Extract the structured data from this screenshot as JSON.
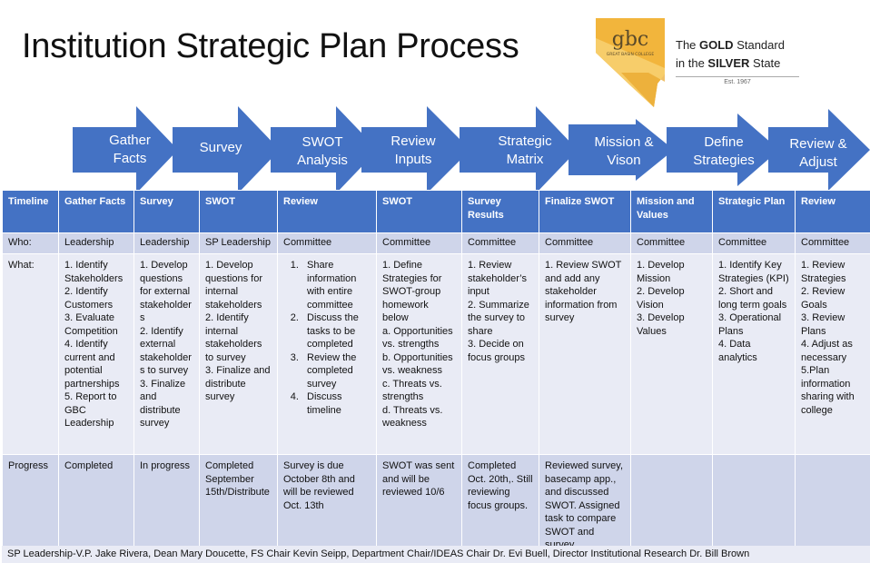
{
  "title": "Institution Strategic Plan Process",
  "logo": {
    "badge_text": "gbc",
    "college": "GREAT BASIN COLLEGE",
    "line1_pre": "The ",
    "line1_bold": "GOLD",
    "line1_post": " Standard",
    "line2_pre": "in the ",
    "line2_bold": "SILVER",
    "line2_post": " State",
    "est": "Est. 1967"
  },
  "arrows": [
    {
      "line1": "Gather",
      "line2": "Facts"
    },
    {
      "line1": "Survey",
      "line2": ""
    },
    {
      "line1": "SWOT",
      "line2": "Analysis"
    },
    {
      "line1": "Review",
      "line2": "Inputs"
    },
    {
      "line1": "Strategic",
      "line2": "Matrix"
    },
    {
      "line1": "Mission &",
      "line2": "Vison"
    },
    {
      "line1": "Define",
      "line2": "Strategies"
    },
    {
      "line1": "Review &",
      "line2": "Adjust"
    }
  ],
  "table": {
    "headers": [
      "Timeline",
      "Gather Facts",
      "Survey",
      "SWOT",
      "Review",
      "SWOT",
      "Survey Results",
      "Finalize SWOT",
      "Mission and Values",
      "Strategic Plan",
      "Review"
    ],
    "who_label": "Who:",
    "who": [
      "Leadership",
      "Leadership",
      "SP Leadership",
      "Committee",
      "Committee",
      "Committee",
      "Committee",
      "Committee",
      "Committee",
      "Committee"
    ],
    "what_label": "What:",
    "what": [
      [
        "1. Identify Stakeholders",
        "2. Identify Customers",
        "3. Evaluate Competition",
        "4. Identify current and potential partnerships",
        "5. Report to GBC Leadership"
      ],
      [
        "1. Develop questions for external stakeholders",
        "2. Identify external stakeholders to survey",
        "3. Finalize and distribute survey"
      ],
      [
        "1. Develop questions for internal stakeholders",
        "2. Identify internal stakeholders to survey",
        "3. Finalize and distribute survey"
      ],
      [
        "Share information with entire committee",
        "Discuss the tasks to be completed",
        "Review the completed survey",
        "Discuss timeline"
      ],
      [
        "1. Define Strategies for SWOT-group homework below",
        "a. Opportunities vs. strengths",
        "b. Opportunities vs. weakness",
        "c. Threats vs. strengths",
        "d. Threats vs. weakness"
      ],
      [
        "1. Review stakeholder’s input",
        "2. Summarize the survey to share",
        "3. Decide on focus groups"
      ],
      [
        "1. Review SWOT and add any stakeholder information from survey"
      ],
      [
        "1. Develop Mission",
        "2. Develop Vision",
        "3. Develop Values"
      ],
      [
        "1. Identify Key Strategies (KPI)",
        "2. Short and long term goals",
        "3. Operational Plans",
        " 4. Data analytics"
      ],
      [
        "1. Review Strategies",
        "2. Review Goals",
        "3. Review Plans",
        "4. Adjust as necessary",
        "5.Plan information sharing with college"
      ]
    ],
    "progress_label": "Progress",
    "progress": [
      "Completed",
      "In progress",
      "Completed September 15th/Distribute",
      "Survey is due October 8th and will be reviewed Oct. 13th",
      "SWOT was sent and will be reviewed 10/6",
      "Completed Oct. 20th,. Still reviewing focus groups.",
      " Reviewed survey, basecamp app., and discussed SWOT. Assigned task to compare SWOT and survey.",
      "",
      "",
      ""
    ]
  },
  "footer": "SP Leadership-V.P. Jake Rivera, Dean Mary Doucette, FS Chair Kevin Seipp, Department Chair/IDEAS Chair Dr. Evi Buell, Director Institutional Research Dr. Bill Brown",
  "colors": {
    "arrow": "#4472c4",
    "header": "#4472c4",
    "row_dark": "#cfd5ea",
    "row_light": "#e9ebf5",
    "logo_gold": "#f2b53c"
  }
}
